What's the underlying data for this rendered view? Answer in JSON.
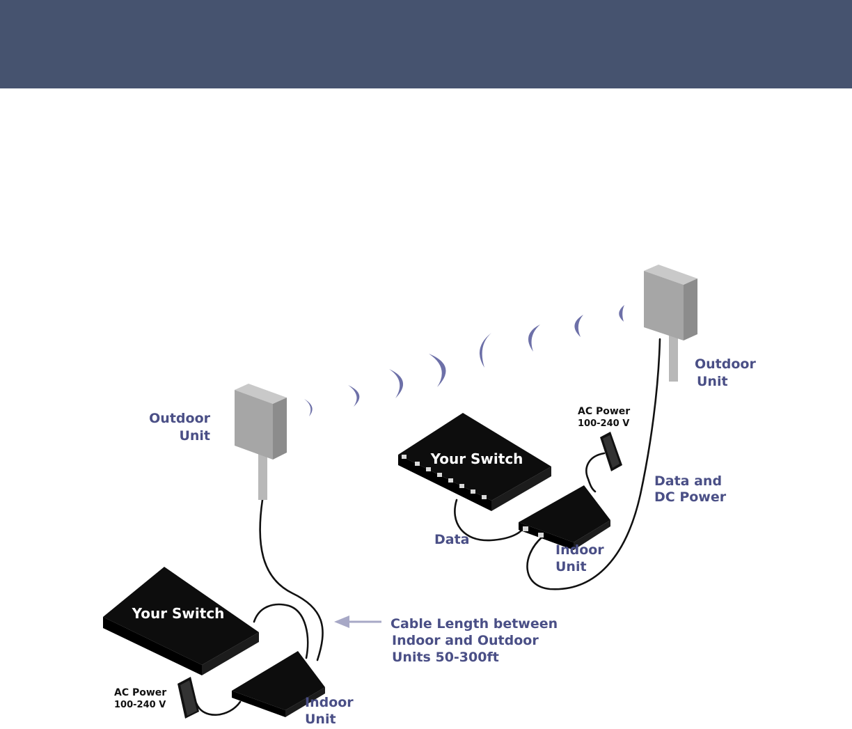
{
  "colors": {
    "header": "#46536f",
    "label_blue": "#4a4f86",
    "signal": "#6d70a8",
    "arrow": "#a7a8c6",
    "device_dark": "#0d0d0d",
    "outdoor_unit_gray": "#a6a6a6"
  },
  "labels": {
    "left_outdoor_unit": [
      "Outdoor",
      "Unit"
    ],
    "right_outdoor_unit": [
      "Outdoor",
      "Unit"
    ],
    "left_switch": "Your Switch",
    "right_switch": "Your Switch",
    "left_ac_power": [
      "AC Power",
      "100-240 V"
    ],
    "right_ac_power": [
      "AC Power",
      "100-240 V"
    ],
    "left_indoor_unit": [
      "Indoor",
      "Unit"
    ],
    "right_indoor_unit": [
      "Indoor",
      "Unit"
    ],
    "data": "Data",
    "data_and_dc_power": [
      "Data and",
      "DC Power"
    ],
    "cable_length": [
      "Cable Length between",
      "Indoor and Outdoor",
      "Units 50-300ft"
    ]
  }
}
